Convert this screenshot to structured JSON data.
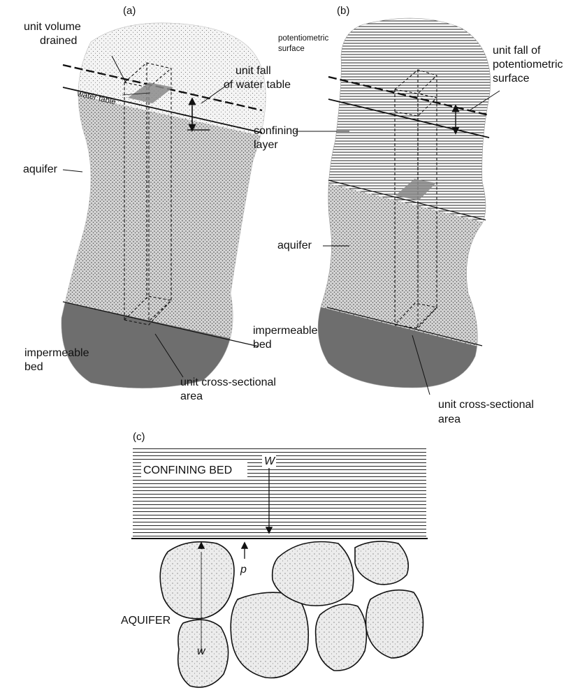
{
  "panel_a": {
    "letter": "(a)",
    "unit_volume_drained": [
      "unit volume",
      "drained"
    ],
    "water_table": "water table",
    "unit_fall_water_table": [
      "unit fall",
      "of water table"
    ],
    "aquifer": "aquifer",
    "impermeable_bed": [
      "impermeable",
      "bed"
    ],
    "unit_cross_sectional_area": [
      "unit cross-sectional",
      "area"
    ]
  },
  "panel_b": {
    "letter": "(b)",
    "potentiometric_surface": [
      "potentiometric",
      "surface"
    ],
    "unit_fall_potentiometric": [
      "unit fall of",
      "potentiometric",
      "surface"
    ],
    "confining_layer": [
      "confining",
      "layer"
    ],
    "aquifer": "aquifer",
    "impermeable_bed": [
      "impermeable",
      "bed"
    ],
    "unit_cross_sectional_area": [
      "unit cross-sectional",
      "area"
    ]
  },
  "panel_c": {
    "letter": "(c)",
    "confining_bed": "CONFINING BED",
    "aquifer": "AQUIFER",
    "W": "W",
    "p": "p",
    "w": "w"
  },
  "colors": {
    "ink": "#111111",
    "impermeable": "#6e6e6e",
    "aquifer_fill": "#c9c9c9",
    "unsaturated_fill": "#f0f0f0"
  }
}
